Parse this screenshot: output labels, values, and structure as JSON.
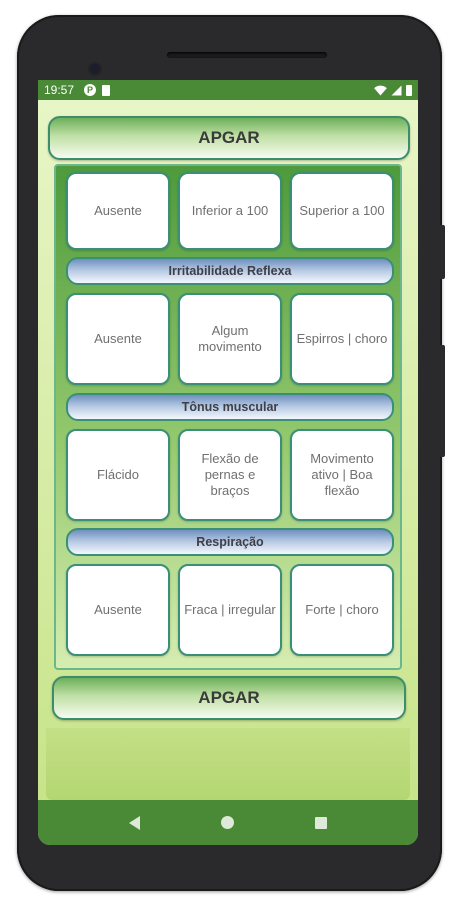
{
  "status_bar": {
    "time": "19:57",
    "icons": [
      "p-circle-icon",
      "sim-card-icon",
      "wifi-icon",
      "signal-icon",
      "battery-icon"
    ]
  },
  "header_button": {
    "label": "APGAR"
  },
  "rows": [
    {
      "header": "",
      "options": [
        "Ausente",
        "Inferior a 100",
        "Superior a 100"
      ]
    },
    {
      "header": "Irritabilidade Reflexa",
      "options": [
        "Ausente",
        "Algum movimento",
        "Espirros | choro"
      ]
    },
    {
      "header": "Tônus muscular",
      "options": [
        "Flácido",
        "Flexão de pernas e braços",
        "Movimento ativo | Boa flexão"
      ]
    },
    {
      "header": "Respiração",
      "options": [
        "Ausente",
        "Fraca | irregular",
        "Forte | choro"
      ]
    }
  ],
  "footer_button": {
    "label": "APGAR"
  },
  "colors": {
    "status_bar": "#4a8a36",
    "app_background": "#cde88f",
    "accent_border": "#3a8f78"
  }
}
